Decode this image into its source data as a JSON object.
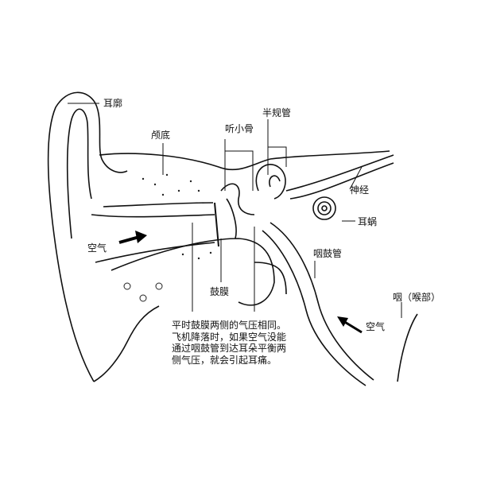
{
  "labels": {
    "auricle": "耳廓",
    "skull_base": "颅底",
    "ossicles": "听小骨",
    "semicircular_canals": "半规管",
    "nerve": "神经",
    "cochlea": "耳蜗",
    "eustachian_tube": "咽鼓管",
    "air_outer": "空气",
    "eardrum": "鼓膜",
    "pharynx": "咽（喉部）",
    "air_inner": "空气"
  },
  "note": {
    "lines": [
      "平时鼓膜两侧的气压相同。",
      "飞机降落时，如果空气没能",
      "通过咽鼓管到达耳朵平衡两",
      "侧气压，就会引起耳痛。"
    ]
  }
}
